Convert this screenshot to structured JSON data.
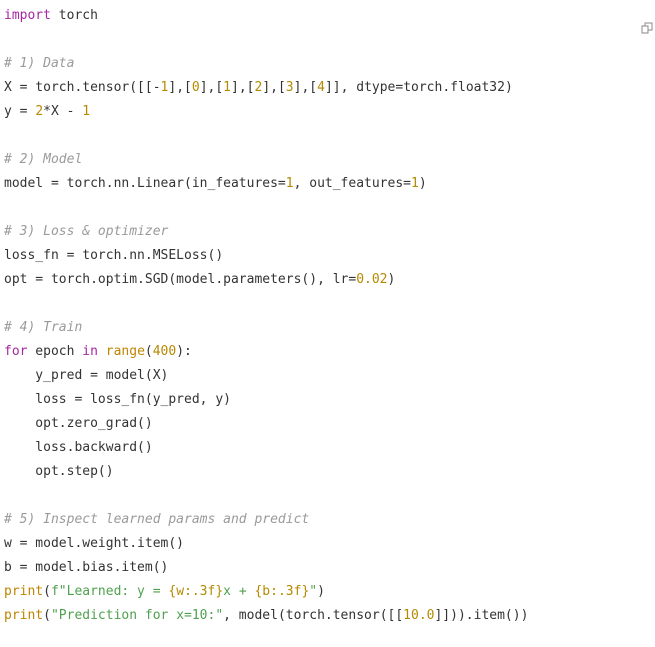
{
  "toolbar": {
    "copy_icon": "copy-icon"
  },
  "code": {
    "lines": [
      "import torch",
      "",
      "# 1) Data",
      "X = torch.tensor([[-1],[0],[1],[2],[3],[4]], dtype=torch.float32)",
      "y = 2*X - 1",
      "",
      "# 2) Model",
      "model = torch.nn.Linear(in_features=1, out_features=1)",
      "",
      "# 3) Loss & optimizer",
      "loss_fn = torch.nn.MSELoss()",
      "opt = torch.optim.SGD(model.parameters(), lr=0.02)",
      "",
      "# 4) Train",
      "for epoch in range(400):",
      "    y_pred = model(X)",
      "    loss = loss_fn(y_pred, y)",
      "    opt.zero_grad()",
      "    loss.backward()",
      "    opt.step()",
      "",
      "# 5) Inspect learned params and predict",
      "w = model.weight.item()",
      "b = model.bias.item()",
      "print(f\"Learned: y = {w:.3f}x + {b:.3f}\")",
      "print(\"Prediction for x=10:\", model(torch.tensor([[10.0]])).item())"
    ]
  },
  "colors": {
    "keyword": "#a626a4",
    "number": "#b58900",
    "comment": "#9a9a9a",
    "string": "#50a14f",
    "text": "#333333"
  }
}
